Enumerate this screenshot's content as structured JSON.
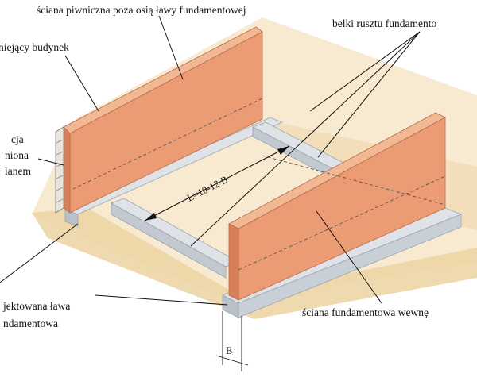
{
  "labels": {
    "basement_wall": "ściana piwniczna poza osią ławy fundamentowej",
    "existing_building": "niejący budynek",
    "grillage_beams": "belki rusztu fundamento",
    "insulation_line1": "cja",
    "insulation_line2": "niona",
    "insulation_line3": "ianem",
    "designed_footing_line1": "jektowana ława",
    "designed_footing_line2": "ndamentowa",
    "inner_wall": "ściana fundamentowa wewnę",
    "span_dimension": "L=10-12 B",
    "width_dimension": "B"
  },
  "colors": {
    "brick": "#ec9c74",
    "brick_side": "#d8805a",
    "brick_top": "#f2b894",
    "concrete": "#c9cfd6",
    "concrete_top": "#dfe3e8",
    "ground": "#f6e6c4",
    "soil": "#e8c88f",
    "leader": "#111111"
  }
}
